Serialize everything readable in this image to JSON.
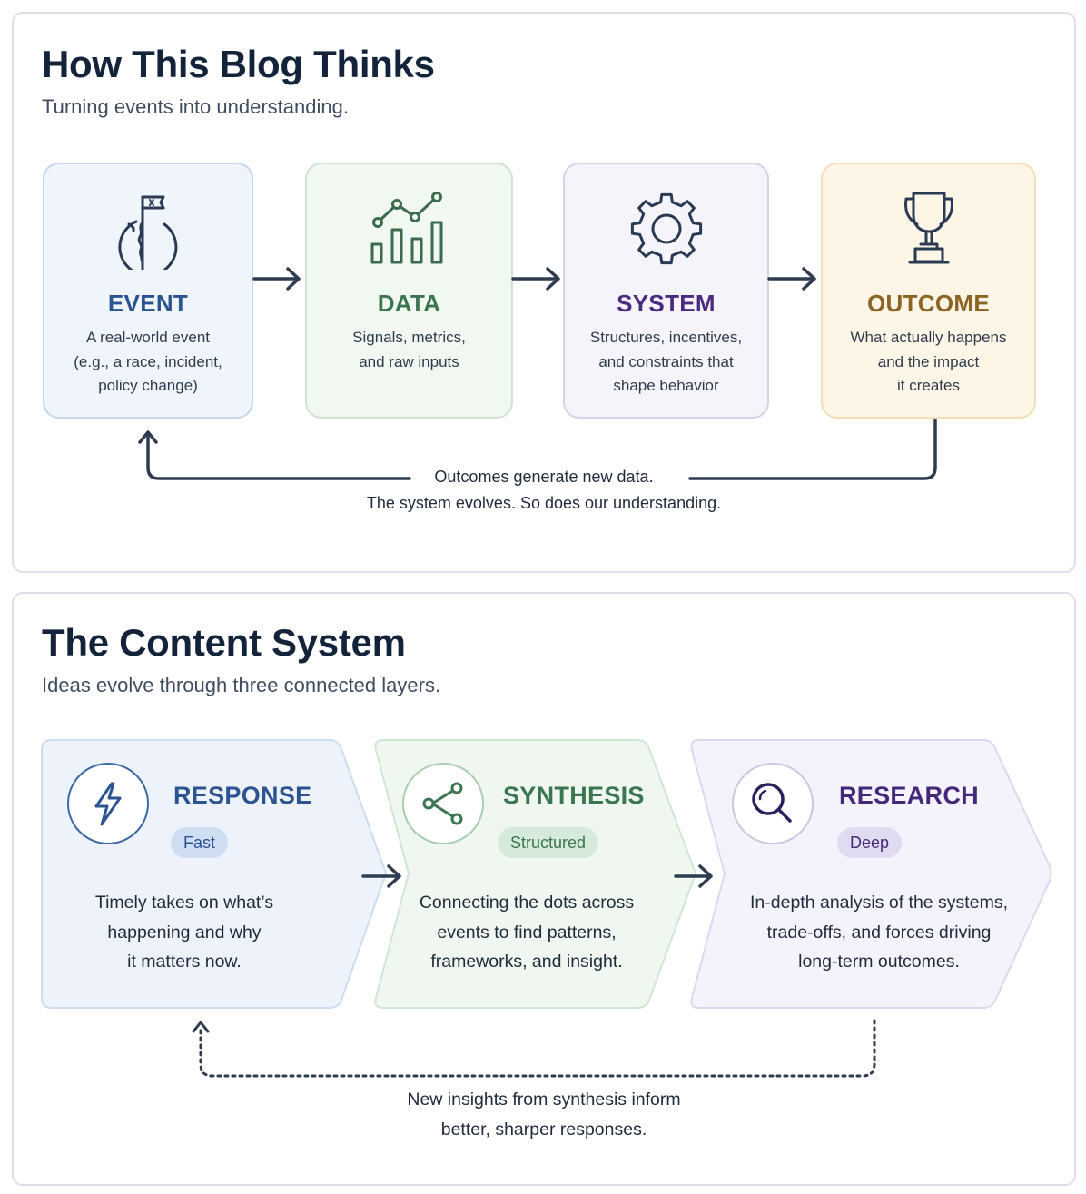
{
  "thinking": {
    "title": "How This Blog Thinks",
    "subtitle": "Turning events into understanding.",
    "steps": [
      {
        "title": "EVENT",
        "description": "A real-world event\n(e.g., a race, incident,\npolicy change)",
        "icon": "globe-flag-icon",
        "color": "#2b5490"
      },
      {
        "title": "DATA",
        "description": "Signals, metrics,\nand raw inputs",
        "icon": "bar-line-chart-icon",
        "color": "#3c7650"
      },
      {
        "title": "SYSTEM",
        "description": "Structures, incentives,\nand constraints that\nshape behavior",
        "icon": "gear-icon",
        "color": "#4b2a82"
      },
      {
        "title": "OUTCOME",
        "description": "What actually happens\nand the impact\nit creates",
        "icon": "trophy-icon",
        "color": "#8c6522"
      }
    ],
    "loop": {
      "line1": "Outcomes generate new data.",
      "line2": "The system evolves. So does our understanding."
    }
  },
  "content": {
    "title": "The Content System",
    "subtitle": "Ideas evolve through three connected layers.",
    "layers": [
      {
        "title": "RESPONSE",
        "badge": "Fast",
        "description": "Timely takes on what’s\nhappening and why\nit matters now.",
        "icon": "lightning-bolt-icon",
        "color": "#2b5490"
      },
      {
        "title": "SYNTHESIS",
        "badge": "Structured",
        "description": "Connecting the dots across\nevents to find patterns,\nframeworks, and insight.",
        "icon": "share-nodes-icon",
        "color": "#3c7650"
      },
      {
        "title": "RESEARCH",
        "badge": "Deep",
        "description": "In-depth analysis of the systems,\ntrade-offs, and forces driving\nlong-term outcomes.",
        "icon": "magnifier-icon",
        "color": "#45287a"
      }
    ],
    "loop": {
      "line1": "New insights from synthesis inform",
      "line2": "better, sharper responses."
    }
  }
}
